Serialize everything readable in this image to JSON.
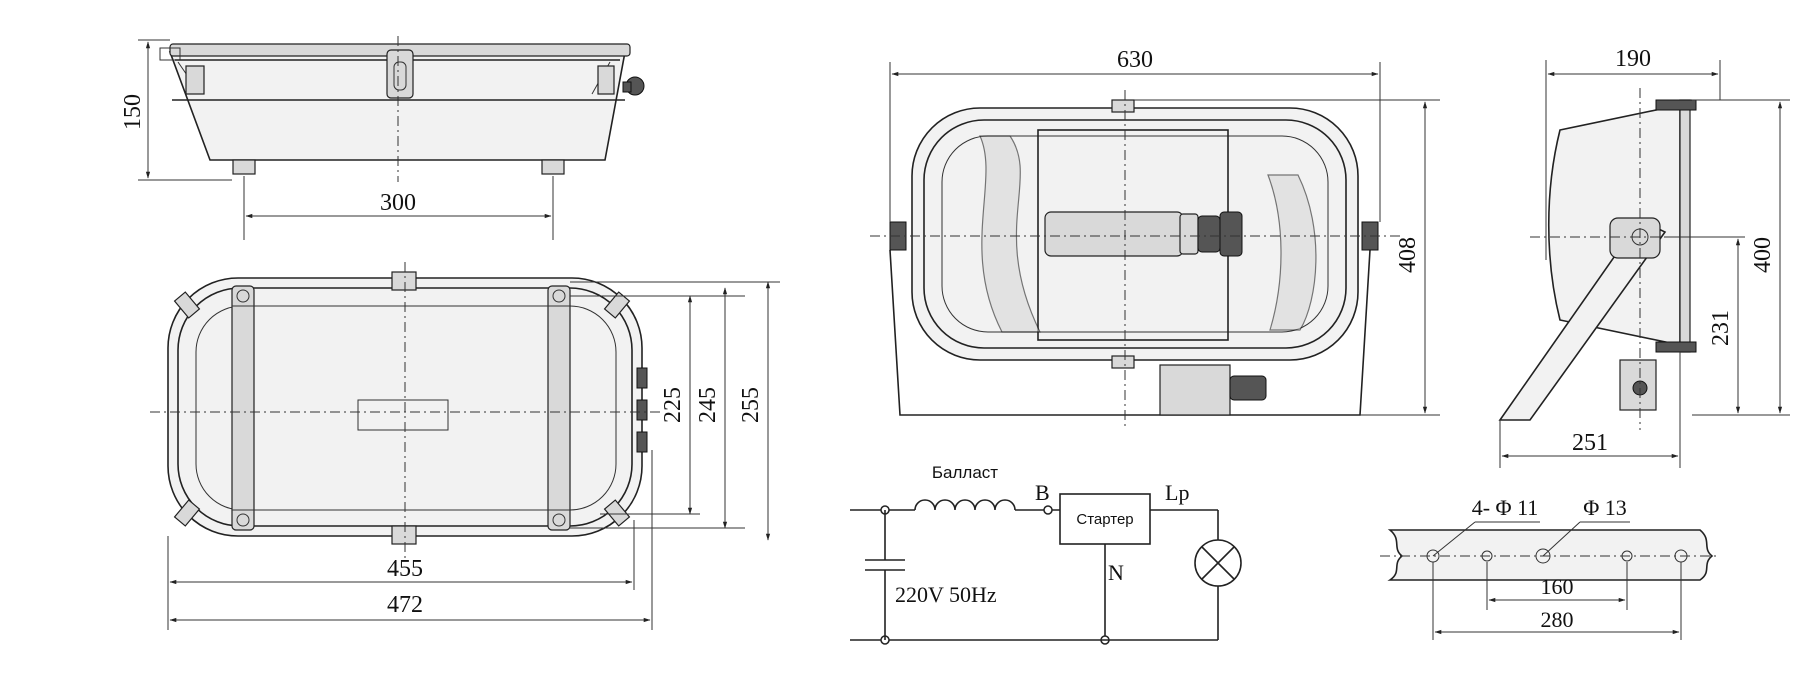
{
  "dimensions": {
    "side_height": "150",
    "side_bolt_spacing": "300",
    "top_inner_height": "225",
    "top_mid_height": "245",
    "top_outer_height": "255",
    "top_inner_width": "455",
    "top_outer_width": "472",
    "front_width": "630",
    "front_height": "408",
    "profile_depth": "190",
    "profile_height": "400",
    "profile_pivot_height": "231",
    "profile_base": "251"
  },
  "circuit": {
    "ballast_label": "Балласт",
    "node_b": "B",
    "starter_label": "Стартер",
    "node_lp": "Lp",
    "node_n": "N",
    "supply_label": "220V 50Hz"
  },
  "bracket": {
    "small_holes_label": "4- Φ 11",
    "large_hole_label": "Φ 13",
    "inner_spacing": "160",
    "outer_spacing": "280"
  }
}
